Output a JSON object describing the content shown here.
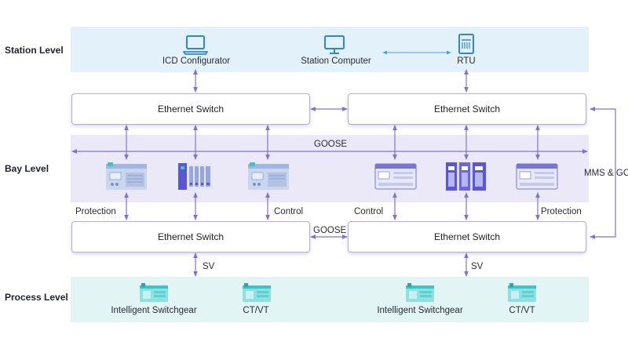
{
  "levels": {
    "station": "Station Level",
    "bay": "Bay Level",
    "process": "Process Level"
  },
  "station": {
    "icd": "ICD Configurator",
    "computer": "Station Computer",
    "rtu": "RTU"
  },
  "switch_label": "Ethernet Switch",
  "bay": {
    "goose_bus": "GOOSE",
    "goose_link": "GOOSE",
    "mms": "MMS & GOOSE",
    "protection_left": "Protection",
    "control_left": "Control",
    "control_right": "Control",
    "protection_right": "Protection"
  },
  "process": {
    "sv_left": "SV",
    "sv_right": "SV",
    "switchgear_left": "Intelligent Switchgear",
    "ctvt_left": "CT/VT",
    "switchgear_right": "Intelligent Switchgear",
    "ctvt_right": "CT/VT"
  },
  "colors": {
    "station_band": "#e3f1fb",
    "bay_band": "#ebe9f8",
    "process_band": "#e2f4f4",
    "line": "#7d73d6",
    "icon_blue": "#2f86d9",
    "device_teal": "#3cc4c8"
  }
}
